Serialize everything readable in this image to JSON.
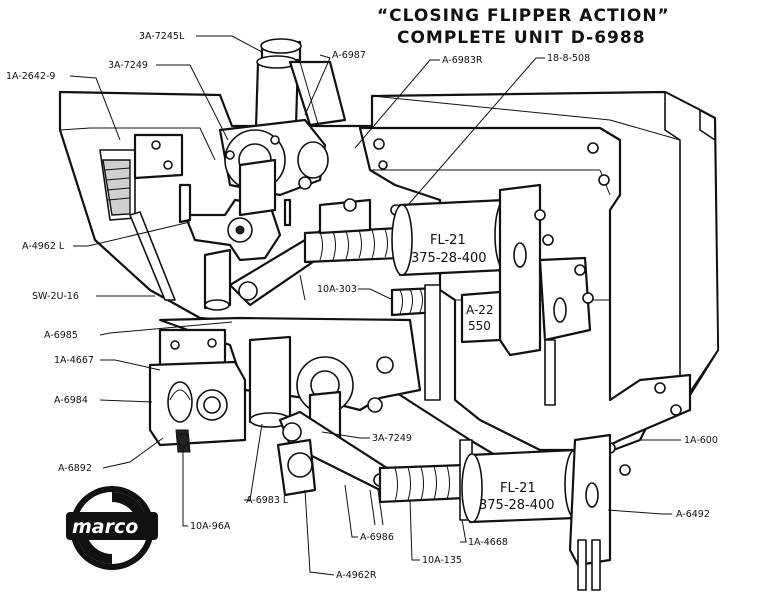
{
  "title": {
    "line1": "“CLOSING FLIPPER ACTION”",
    "line2": "COMPLETE UNIT D-6988"
  },
  "coils": {
    "upper": {
      "name": "FL-21",
      "part": "375-28-400"
    },
    "lower": {
      "name": "FL-21",
      "part": "375-28-400"
    }
  },
  "inline_labels": {
    "a22_line1": "A-22",
    "a22_line2": "550"
  },
  "callouts": {
    "l_3a7245l": "3A-7245L",
    "l_a6987": "A-6987",
    "l_a6983r": "A-6983R",
    "l_188508": "18-8-508",
    "l_1a26429": "1A-2642-9",
    "l_3a7249_top": "3A-7249",
    "l_a4962l": "A-4962 L",
    "l_sw2u16": "SW-2U-16",
    "l_10a303": "10A-303",
    "l_a6985": "A-6985",
    "l_1a4667": "1A-4667",
    "l_a6984": "A-6984",
    "l_a6892": "A-6892",
    "l_3a7249_bot": "3A-7249",
    "l_1a600": "1A-600",
    "l_a6983l": "A-6983 L",
    "l_10a96a": "10A-96A",
    "l_a6492": "A-6492",
    "l_a6986": "A-6986",
    "l_1a4668": "1A-4668",
    "l_10a135": "10A-135",
    "l_a4962r": "A-4962R"
  },
  "logo": {
    "text": "marco",
    "colors": {
      "ring": "#111111",
      "text": "#ffffff"
    }
  }
}
